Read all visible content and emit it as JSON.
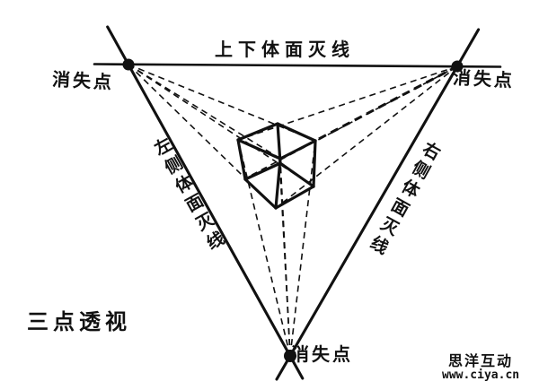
{
  "title": "三点透视",
  "horizon": {
    "label": "上下体面灭线"
  },
  "edges": {
    "left_label": "左侧体面灭线",
    "right_label": "右侧体面灭线"
  },
  "vanishing_points": {
    "left": "消失点",
    "right": "消失点",
    "bottom": "消失点"
  },
  "watermark": {
    "brand": "思洋互动",
    "url": "www.ciya.cn"
  },
  "colors": {
    "ink": "#111111",
    "background": "#ffffff"
  }
}
